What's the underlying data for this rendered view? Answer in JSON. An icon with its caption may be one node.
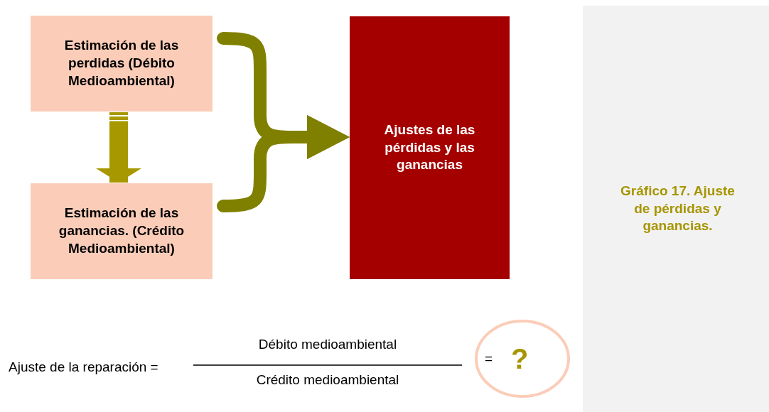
{
  "diagram": {
    "nodes": [
      {
        "text": [
          "Estimación de las perdidas (Débito Medioambiental)"
        ]
      },
      {
        "text": [
          "Estimación de las ganancias. (Crédito Medioambiental)"
        ]
      },
      {
        "text": [
          "Ajustes de las pérdidas y las ganancias"
        ]
      },
      {
        "text": [
          "Gráfico 17. Ajuste de pérdidas y ganancias."
        ]
      },
      {
        "text": [
          "=",
          "?"
        ]
      }
    ],
    "edges": [
      {
        "from": 0,
        "to": 1,
        "arrow": "to",
        "color": "#a89800"
      },
      {
        "from": 0,
        "to": 2,
        "arrow": "to"
      },
      {
        "from": 1,
        "to": 2,
        "arrow": "to"
      }
    ],
    "labels": [
      "Ajuste de la reparación =",
      "Débito medioambiental",
      "Crédito medioambiental"
    ]
  }
}
